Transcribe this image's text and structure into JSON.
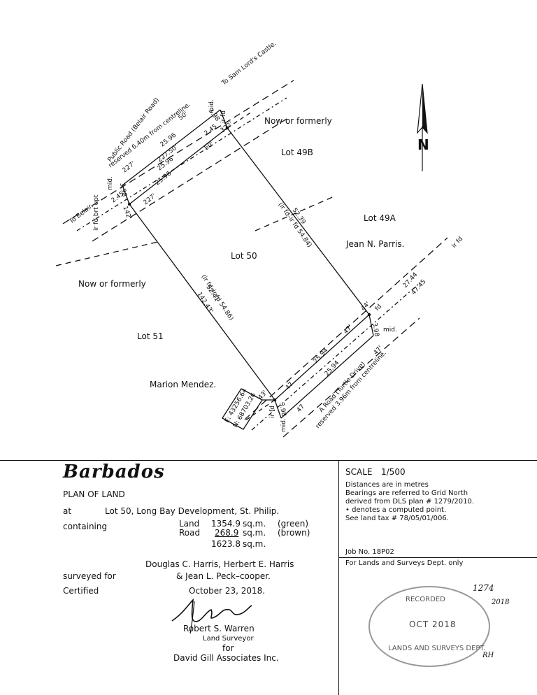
{
  "plan": {
    "road_top_label": "Public Road (Belair Road)",
    "road_top_reserve": "reserved 6.40m from centreline.",
    "to_sam_lords": "To Sam Lord's Castle.",
    "to_belair": "To Belair.",
    "road_bottom_label": "A Road (Turtle Drive)",
    "road_bottom_reserve": "reserved 3.96m from centreline.",
    "now_or_formerly_1": "Now or formerly",
    "lot_49b": "Lot 49B",
    "lot_49a": "Lot 49A",
    "jean_parris": "Jean N. Parris.",
    "lot_50": "Lot 50",
    "now_or_formerly_2": "Now or formerly",
    "lot_51": "Lot 51",
    "marion_mendez": "Marion Mendez.",
    "north": "N",
    "coord_e": "E: 43256.64",
    "coord_n": "N: 68703.26",
    "dims": {
      "d_50a": "50'",
      "d_398a": "3.98",
      "d_irfd_top": "ir fd",
      "d_mid_top": "mid.",
      "d_2596a": "25.96",
      "d_227a": "227'",
      "d_2275": "227.50'",
      "d_2596b": "25.96",
      "d_245a": "2.45",
      "d_322": "322'",
      "d_50b": "50'",
      "d_2596c": "25.96",
      "d_mid_left": "mid.",
      "d_398b": "3.98",
      "d_irfd_brt": "ir fd brt upt",
      "d_245b": "2.45",
      "d_227b": "227'",
      "d_142": "142'",
      "d_right_side": "(ir fd–ir fd 54.84)",
      "d_5239": "52.39",
      "d_left_side": "(ir fd–ir fd 54.86)",
      "d_5241": "52.41",
      "d_14243": "142.43'",
      "d_irfd_right": "ir fd",
      "d_2744": "27.44",
      "d_4745": "47.45",
      "d_44": "44'",
      "d_fd": "fd",
      "d_47a": "47'",
      "d_398c": "3.98",
      "d_mid_right": "mid.",
      "d_2594a": "25.94",
      "d_47b": "47",
      "d_2594b": "25.94",
      "d_47c": "47'",
      "d_43": "43'",
      "d_irfd_bot": "ir fd",
      "d_398d": "3.98",
      "d_mid_bot": "mid.",
      "d_47d": "47"
    }
  },
  "header": {
    "country": "Barbados",
    "doc_type": "PLAN OF LAND",
    "at_label": "at",
    "at_value": "Lot 50, Long Bay Development, St. Philip.",
    "containing_label": "containing",
    "areas": [
      {
        "label": "Land",
        "value": "1354.9",
        "unit": "sq.m.",
        "note": "(green)"
      },
      {
        "label": "Road",
        "value": "268.9",
        "unit": "sq.m.",
        "note": "(brown)"
      },
      {
        "label": "",
        "value": "1623.8",
        "unit": "sq.m.",
        "note": ""
      }
    ],
    "owners_line1": "Douglas C. Harris, Herbert E. Harris",
    "surveyed_for_label": "surveyed for",
    "owners_line2": "& Jean L. Peck–cooper.",
    "certified_label": "Certified",
    "date": "October 23, 2018."
  },
  "surveyor": {
    "name": "Robert S. Warren",
    "title": "Land Surveyor",
    "for": "for",
    "firm": "David Gill Associates Inc."
  },
  "notes": {
    "scale_label": "SCALE",
    "scale_value": "1/500",
    "lines": [
      "Distances are in metres",
      "Bearings are referred to Grid North",
      "derived from DLS plan # 1279/2010.",
      "• denotes a computed point.",
      "See land tax # 78/05/01/006."
    ],
    "job_no": "Job No. 18P02",
    "lands_dept": "For Lands and Surveys Dept. only"
  },
  "stamp": {
    "line1": "RECORDED",
    "line2": "OCT 2018",
    "line3": "LANDS AND SURVEYS DEPT.",
    "handwritten_ref": "1274",
    "handwritten_year": "2018",
    "initials": "RH"
  }
}
